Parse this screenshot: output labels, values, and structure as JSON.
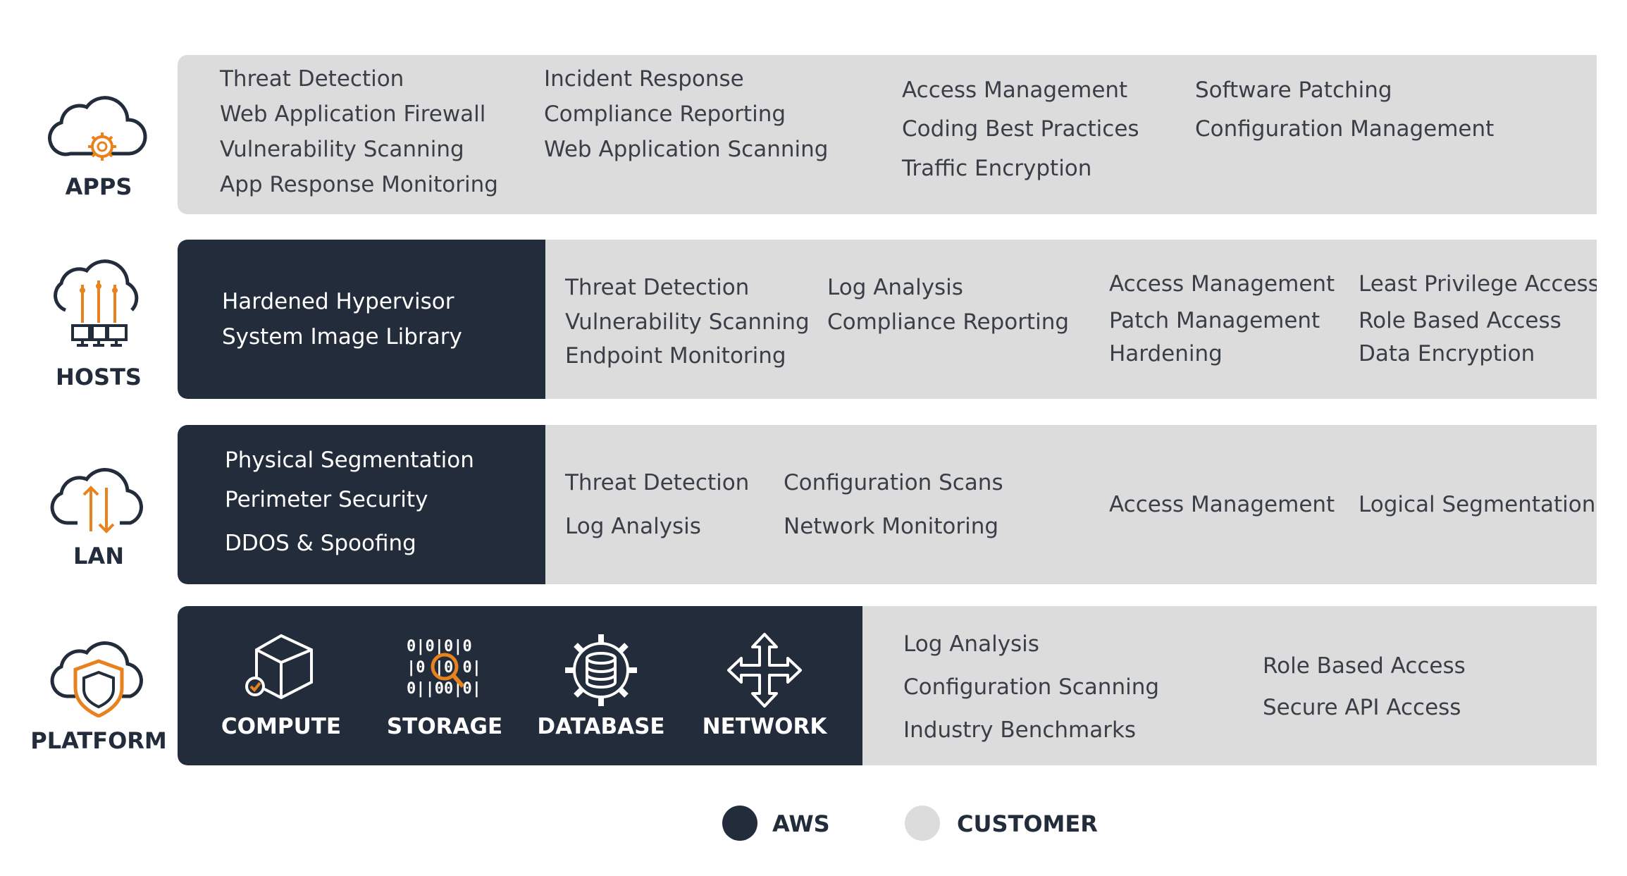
{
  "layers": {
    "apps": {
      "label": "APPS",
      "customer_items": [
        "Threat Detection",
        "Web Application Firewall",
        "Vulnerability Scanning",
        "App Response Monitoring",
        "Incident Response",
        "Compliance Reporting",
        "Web Application Scanning",
        "Access Management",
        "Coding Best Practices",
        "Traffic Encryption",
        "Software Patching",
        "Configuration Management"
      ]
    },
    "hosts": {
      "label": "HOSTS",
      "aws_items": [
        "Hardened Hypervisor",
        "System Image Library"
      ],
      "customer_items": [
        "Threat Detection",
        "Vulnerability Scanning",
        "Endpoint Monitoring",
        "Log Analysis",
        "Compliance Reporting",
        "Access Management",
        "Patch Management",
        "Hardening",
        "Least Privilege Access",
        "Role Based Access",
        "Data Encryption"
      ]
    },
    "lan": {
      "label": "LAN",
      "aws_items": [
        "Physical Segmentation",
        "Perimeter Security",
        "DDOS & Spoofing"
      ],
      "customer_items": [
        "Threat Detection",
        "Log Analysis",
        "Configuration Scans",
        "Network Monitoring",
        "Access Management",
        "Logical Segmentation"
      ]
    },
    "platform": {
      "label": "PLATFORM",
      "services": [
        "COMPUTE",
        "STORAGE",
        "DATABASE",
        "NETWORK"
      ],
      "customer_items": [
        "Log Analysis",
        "Configuration Scanning",
        "Industry Benchmarks",
        "Role Based Access",
        "Secure API Access"
      ]
    }
  },
  "legend": {
    "aws": "AWS",
    "customer": "CUSTOMER"
  },
  "colors": {
    "aws": "#232c3b",
    "customer": "#dcdcdc",
    "accent": "#e8821e",
    "text": "#3a3f47"
  }
}
